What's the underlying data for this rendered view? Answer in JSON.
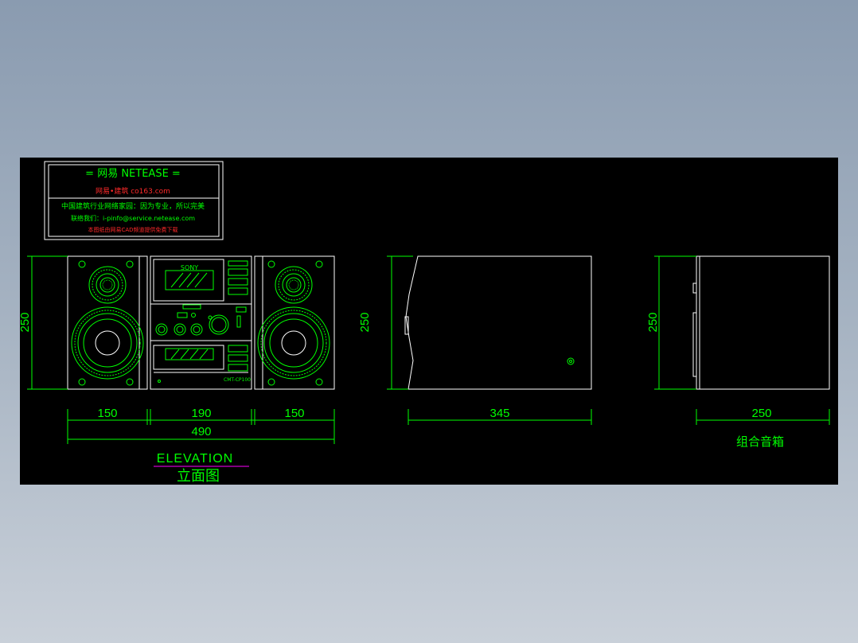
{
  "stamp": {
    "title": "= 网易 NETEASE =",
    "line_red": "网易•建筑    co163.com",
    "line_green": "中国建筑行业网络家园：因为专业，所以完美",
    "line_contact": "联络我们：i-pinfo@service.netease.com",
    "line_footer": "本图纸由网易CAD频道提供免费下载"
  },
  "elevation": {
    "brand": "SONY",
    "model": "CMT-CP100",
    "height_dim": "250",
    "dim_left": "150",
    "dim_center": "190",
    "dim_right": "150",
    "dim_total": "490",
    "title_en": "ELEVATION",
    "title_cn": "立面图"
  },
  "side_view": {
    "height_dim": "250",
    "width_dim": "345"
  },
  "speaker_side": {
    "height_dim": "250",
    "width_dim": "250",
    "label": "组合音箱"
  },
  "colors": {
    "viewport": "#000000",
    "lines": "#ffffff",
    "detail": "#00ff00",
    "stamp_red": "#ff2a2a",
    "title_underline": "#ff00ff"
  }
}
